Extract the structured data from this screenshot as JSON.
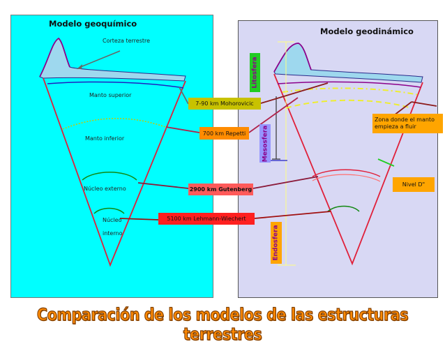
{
  "left_panel": {
    "title": "Modelo geoquímico",
    "labels": {
      "corteza": "Corteza terrestre",
      "manto_superior": "Manto superior",
      "manto_inferior": "Manto inferior",
      "nucleo_externo": "Núcleo externo",
      "nucleo_interno_1": "Núcleo",
      "nucleo_interno_2": "interno"
    }
  },
  "right_panel": {
    "title": "Modelo geodinámico",
    "layers": {
      "litosfera": "Litosfera",
      "mesosfera": "Mesosfera",
      "endosfera": "Endosfera"
    },
    "notes": {
      "zona_fluir": "Zona donde el manto empieza a fluir",
      "nivel_d": "Nivel  D\""
    }
  },
  "discontinuities": [
    {
      "label": "7-90 km Mohorovicic"
    },
    {
      "label": "700 km Repetti"
    },
    {
      "label": "2900 km Gutenberg"
    },
    {
      "label": "5100 km Lehmann-Wiechert"
    }
  ],
  "footer": {
    "title": "Comparación de los modelos de las estructuras terrestres"
  },
  "colors": {
    "left_bg": "#00ffff",
    "right_bg": "#d8d8f4",
    "moho_box": "#c8c200",
    "repetti_box": "#ff8c00",
    "gutenberg_box": "#ff5a5a",
    "lehmann_box": "#ff2020",
    "litosfera": "#22cc22",
    "mesosfera": "#9696ff",
    "endosfera": "#ffa500",
    "nivel_box": "#ffa500",
    "zona_box": "#ffa500",
    "footer_text": "#ff8a00"
  }
}
